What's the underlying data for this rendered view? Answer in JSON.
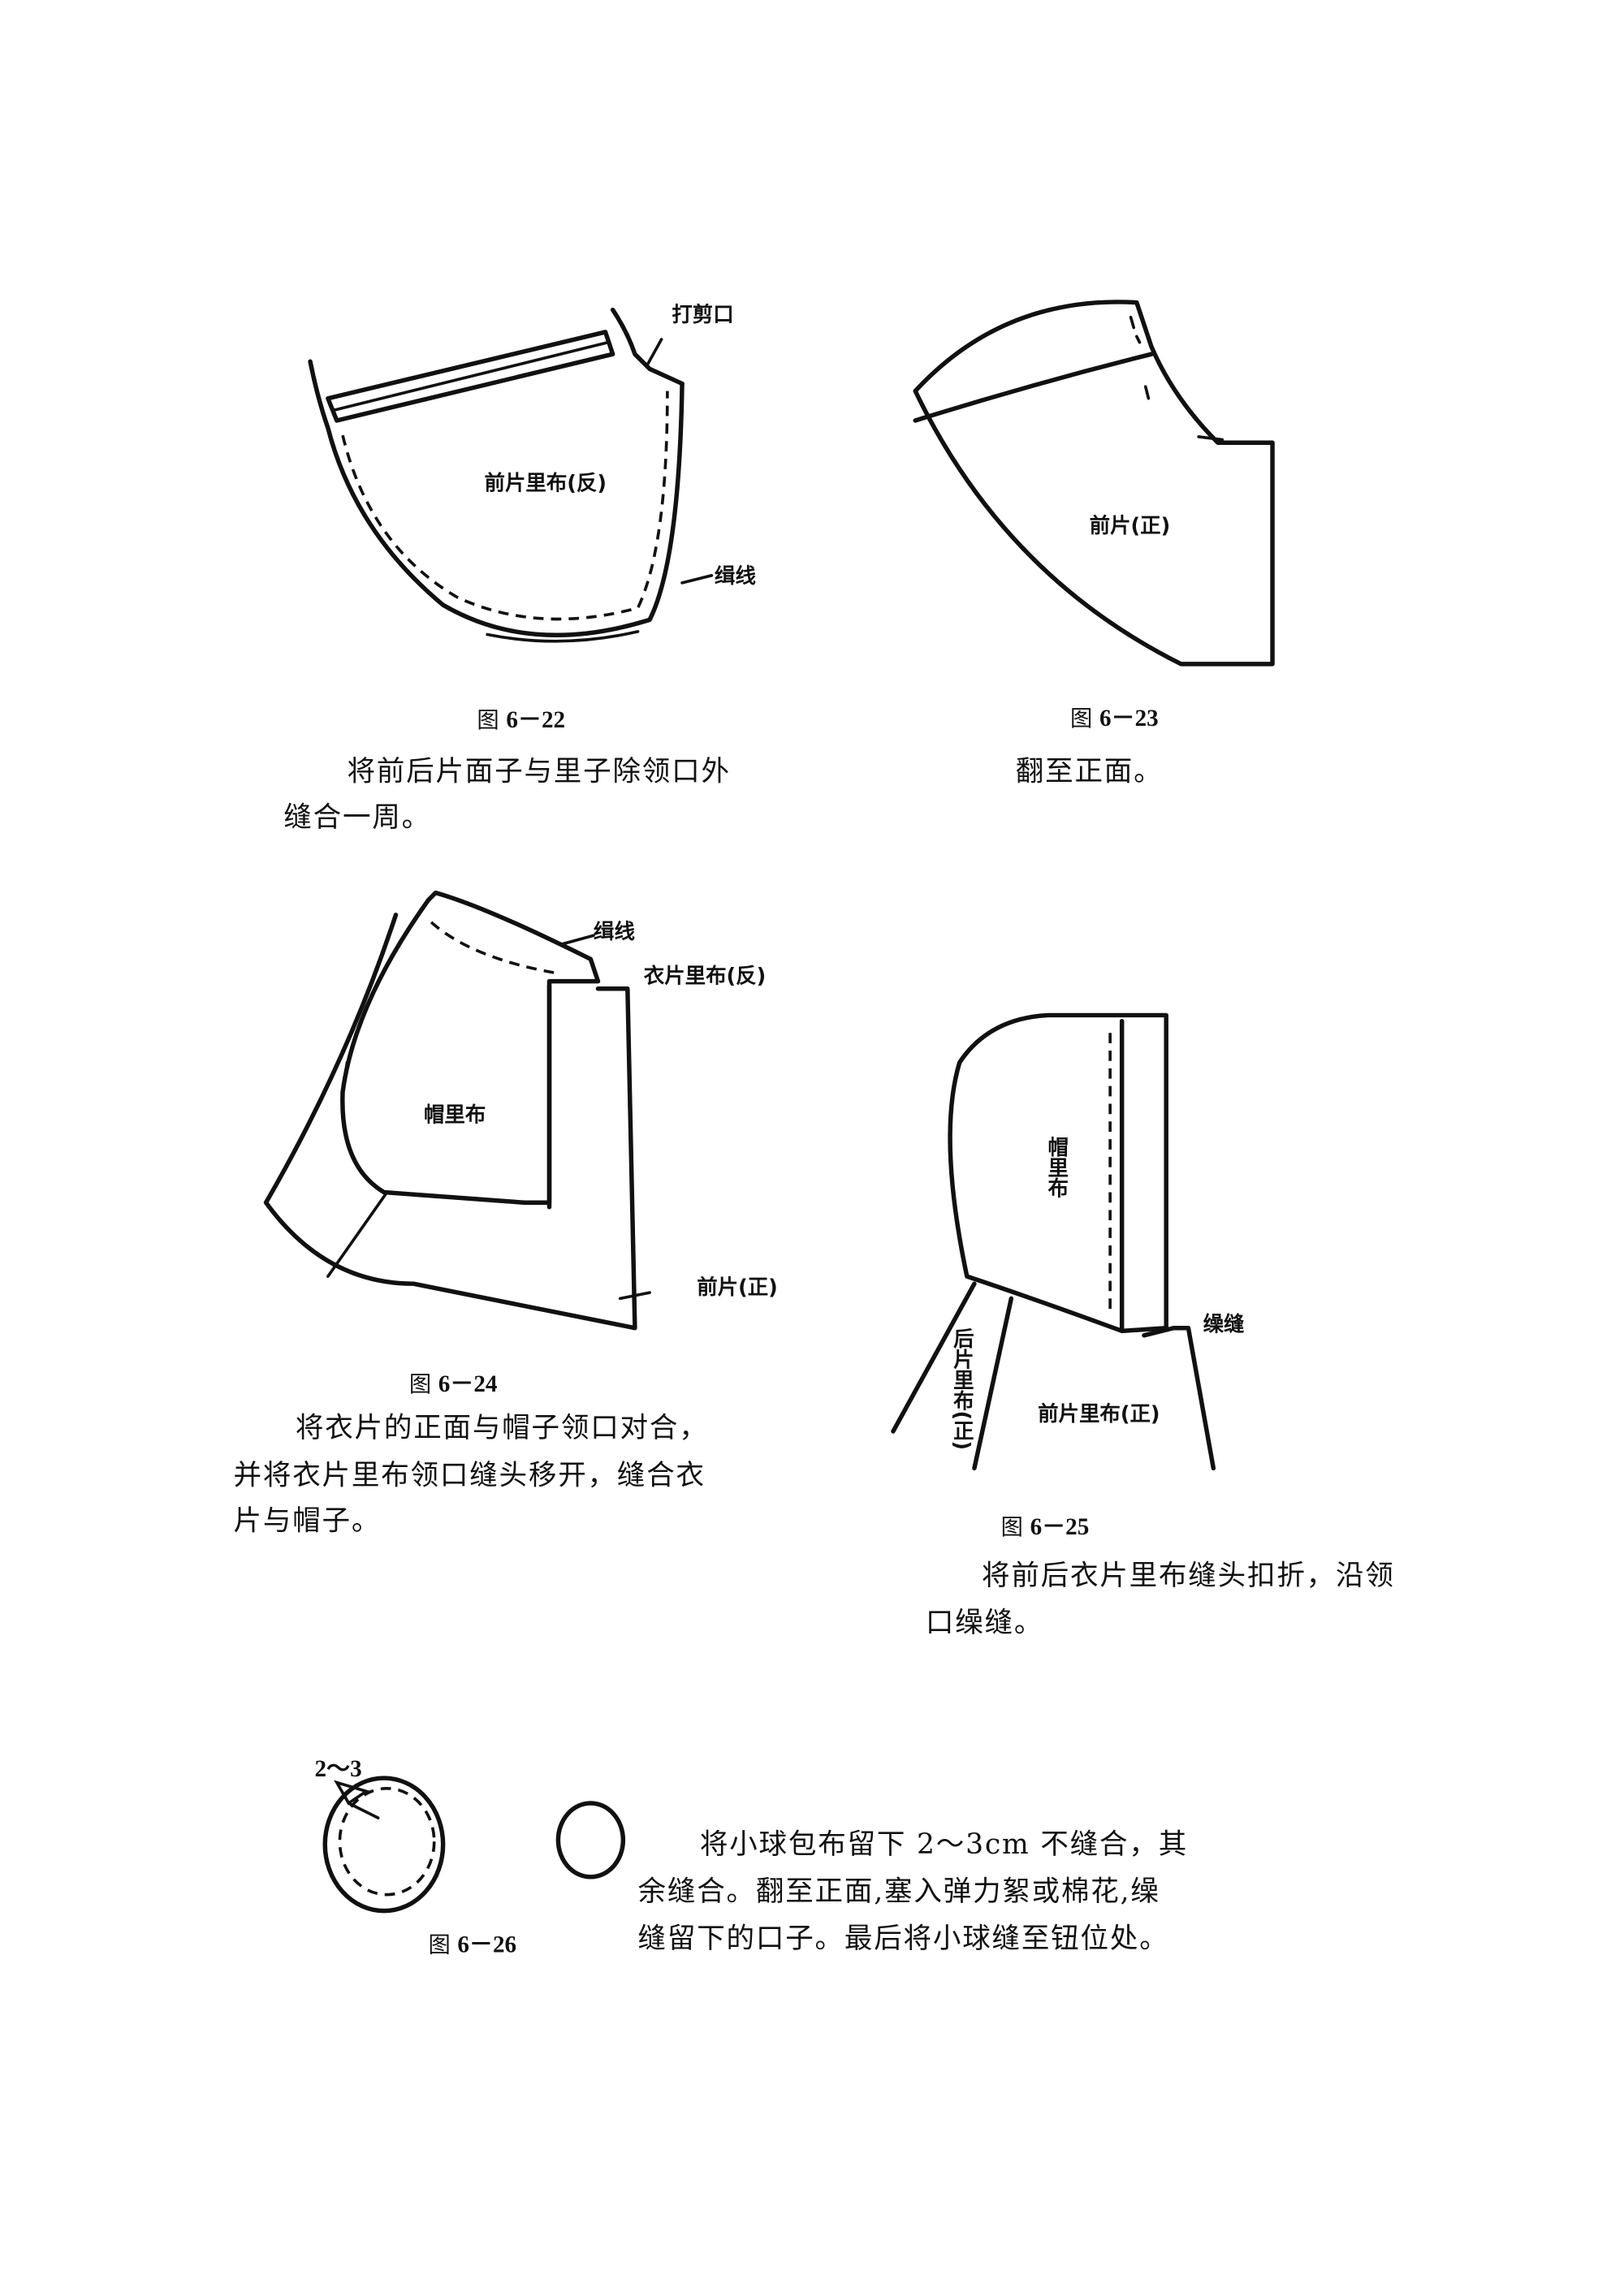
{
  "fig22": {
    "labels": {
      "notch": "打剪口",
      "front_lining": "前片里布(反)",
      "stitch": "缉线"
    },
    "caption_prefix": "图",
    "caption_num": "6－22",
    "text": [
      "将前后片面子与里子除领口外",
      "缝合一周。"
    ]
  },
  "fig23": {
    "labels": {
      "front": "前片(正)"
    },
    "caption_prefix": "图",
    "caption_num": "6－23",
    "text": [
      "翻至正面。"
    ]
  },
  "fig24": {
    "labels": {
      "stitch": "缉线",
      "body_lining": "衣片里布(反)",
      "hood_lining": "帽里布",
      "front": "前片(正)"
    },
    "caption_prefix": "图",
    "caption_num": "6－24",
    "text": [
      "将衣片的正面与帽子领口对合，",
      "并将衣片里布领口缝头移开，缝合衣",
      "片与帽子。"
    ]
  },
  "fig25": {
    "labels": {
      "hood_lining": "帽里布",
      "slip_stitch": "缲缝",
      "back_lining": "后片里布(正)",
      "front_lining": "前片里布(正)"
    },
    "caption_prefix": "图",
    "caption_num": "6－25",
    "text": [
      "将前后衣片里布缝头扣折，沿领",
      "口缲缝。"
    ]
  },
  "fig26": {
    "labels": {
      "opening": "2～3"
    },
    "caption_prefix": "图",
    "caption_num": "6－26",
    "text": [
      "将小球包布留下 2～3cm 不缝合，其",
      "余缝合。翻至正面,塞入弹力絮或棉花,缲",
      "缝留下的口子。最后将小球缝至钮位处。"
    ]
  }
}
